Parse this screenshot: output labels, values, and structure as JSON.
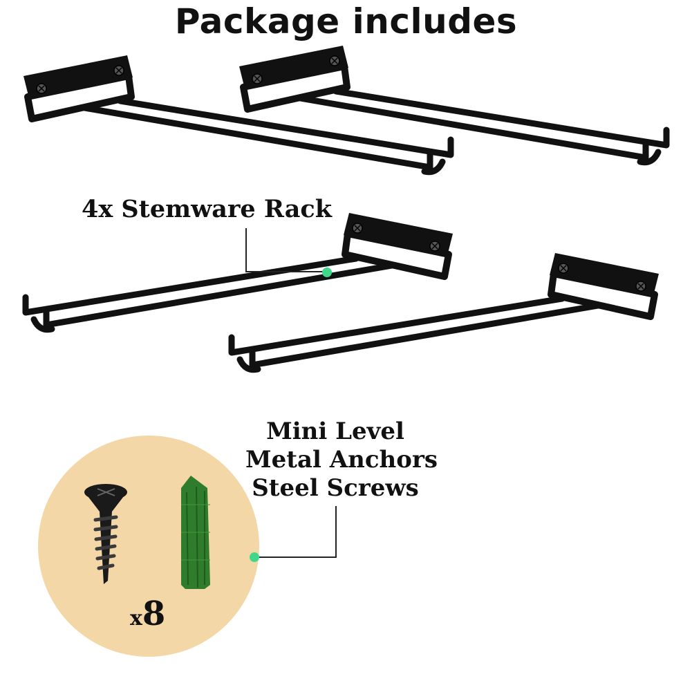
{
  "title": "Package includes",
  "callouts": {
    "rack": "4x Stemware Rack",
    "accessories": [
      "Mini Level",
      "Metal Anchors",
      "Steel Screws"
    ]
  },
  "quantity": {
    "prefix": "x",
    "count": "8"
  },
  "colors": {
    "rack_metal": "#111111",
    "leader_dot": "#3fd88a",
    "circle_bg": "#f3d7a6",
    "anchor_green": "#2f7d2c",
    "screw_black": "#1a1a1a"
  },
  "icons": [
    "stemware-rack-icon",
    "screw-icon",
    "wall-anchor-icon"
  ]
}
